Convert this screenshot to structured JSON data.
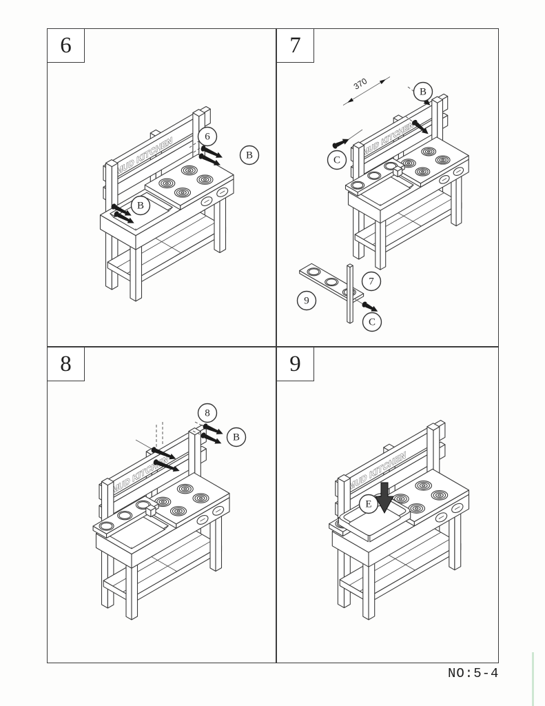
{
  "page": {
    "footer_label": "NO:5-4",
    "sign_text": "MUD KITCHEN",
    "line_color": "#3a3a3a"
  },
  "panels": [
    {
      "step_label": "6",
      "callouts": [
        {
          "label": "6"
        },
        {
          "label": "B"
        },
        {
          "label": "B"
        }
      ]
    },
    {
      "step_label": "7",
      "dimension_label": "370",
      "callouts": [
        {
          "label": "B"
        },
        {
          "label": "C"
        },
        {
          "label": "7"
        },
        {
          "label": "9"
        },
        {
          "label": "C"
        }
      ]
    },
    {
      "step_label": "8",
      "callouts": [
        {
          "label": "8"
        },
        {
          "label": "B"
        }
      ]
    },
    {
      "step_label": "9",
      "callouts": [
        {
          "label": "E"
        }
      ]
    }
  ]
}
